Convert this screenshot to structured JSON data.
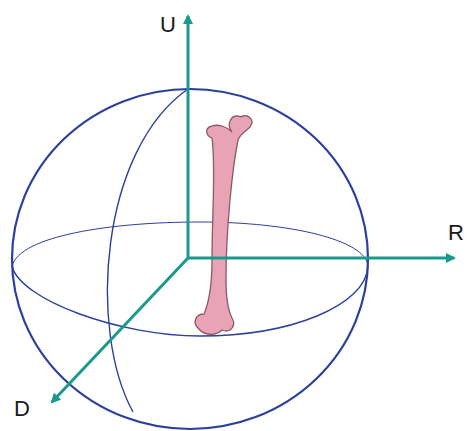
{
  "diagram": {
    "labels": [
      "U",
      "R",
      "D"
    ]
  }
}
